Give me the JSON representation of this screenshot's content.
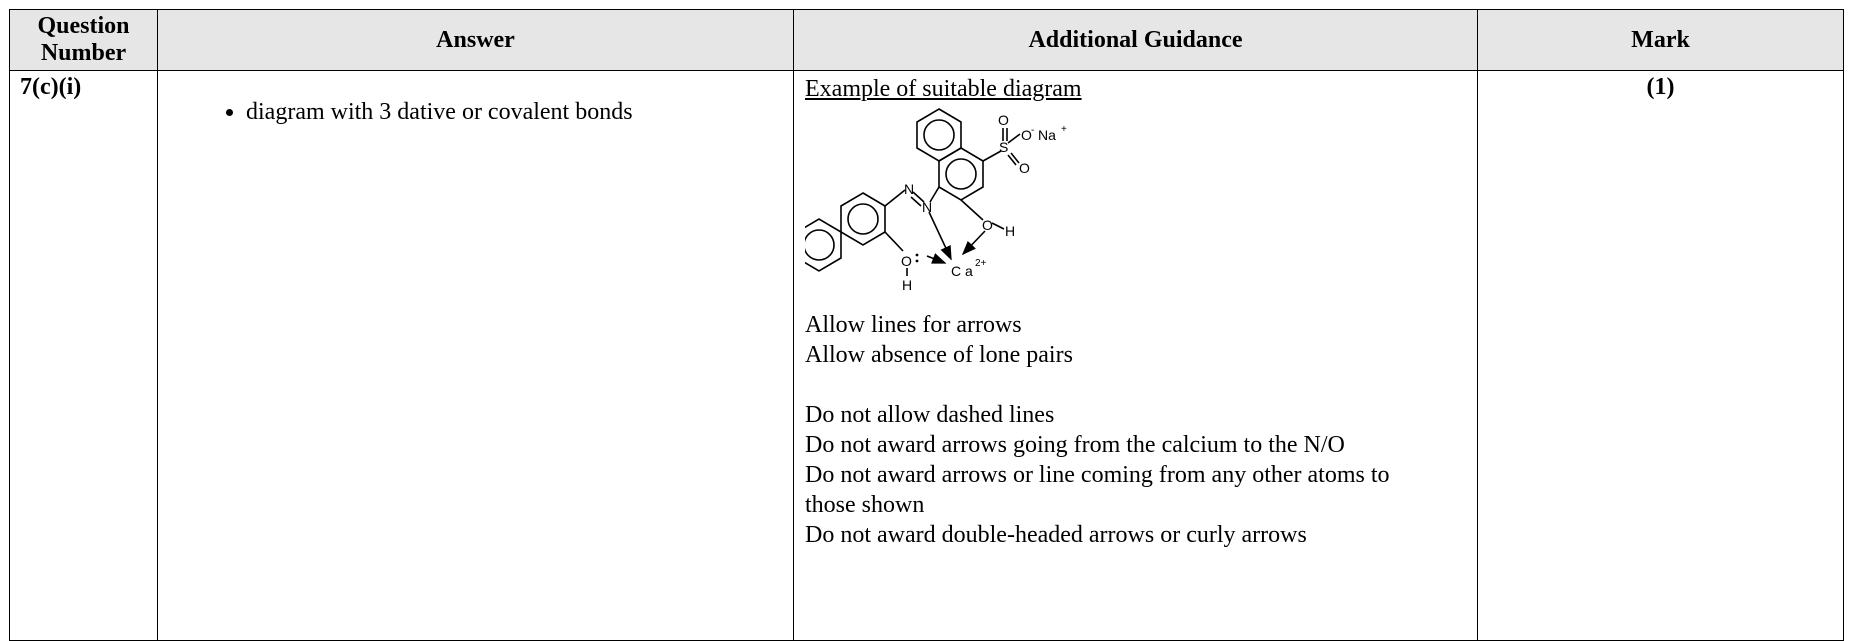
{
  "header": {
    "question_number_line1": "Question",
    "question_number_line2": "Number",
    "answer": "Answer",
    "guidance": "Additional Guidance",
    "mark": "Mark"
  },
  "row": {
    "question_number": "7(c)(i)",
    "answer_points": [
      "diagram with 3 dative or covalent bonds"
    ],
    "guidance_heading": "Example of suitable diagram",
    "diagram_labels": {
      "o1": "O",
      "s": "S",
      "o2": "O",
      "o3": "O",
      "minus": "-",
      "na": "Na",
      "plus": "+",
      "n1": "N",
      "n2": "N",
      "oh_o": "O",
      "oh_h": "H",
      "o_left": "O",
      "h_left": "H",
      "ca": "C a",
      "ca_charge": "2+"
    },
    "guidance_lines_a": [
      "Allow lines for arrows",
      "Allow absence of lone pairs"
    ],
    "guidance_lines_b": [
      "Do not allow dashed lines",
      "Do not award arrows going from the calcium to the N/O",
      "Do not award arrows or line coming from any other atoms to",
      "those shown",
      "Do not award double-headed arrows or curly arrows"
    ],
    "mark": "(1)"
  }
}
